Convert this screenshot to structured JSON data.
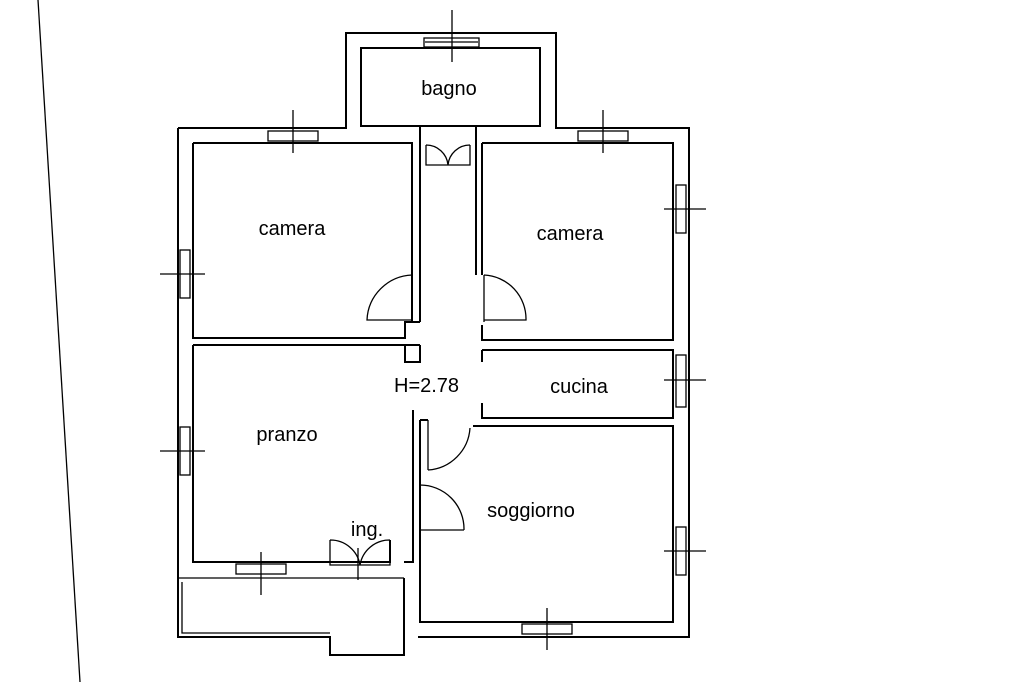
{
  "rooms": {
    "bathroom": "bagno",
    "bedroom_left": "camera",
    "bedroom_right": "camera",
    "dining": "pranzo",
    "kitchen": "cucina",
    "living": "soggiorno",
    "entrance": "ing."
  },
  "ceiling_height": "H=2.78"
}
